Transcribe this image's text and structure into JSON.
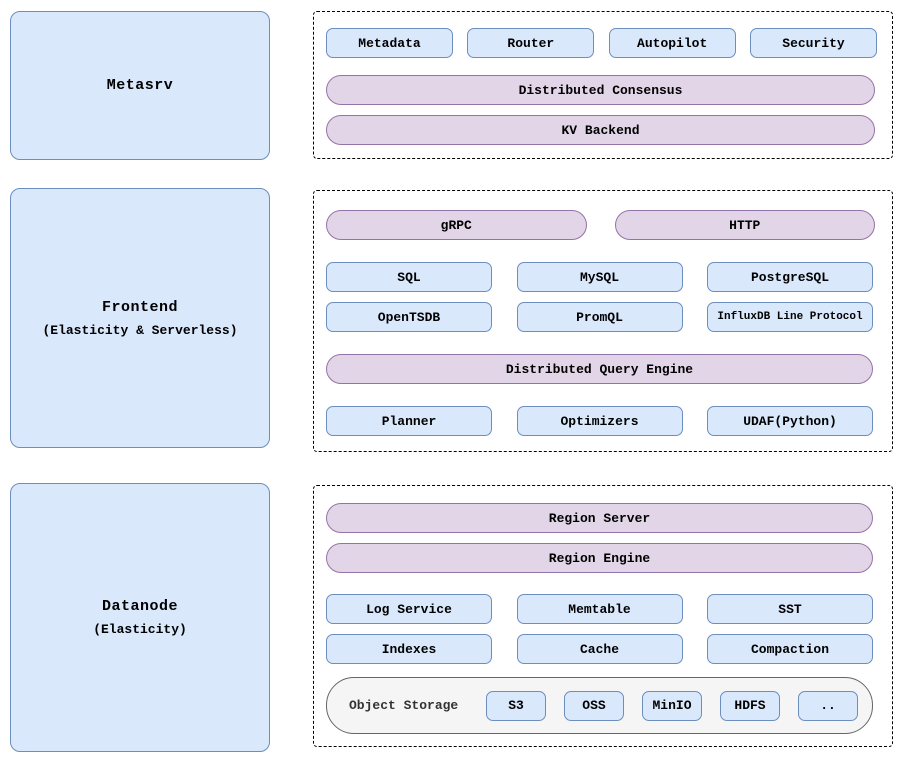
{
  "colors": {
    "node_fill": "#dae8fc",
    "node_stroke": "#6c8ebf",
    "layer_fill": "#e1d5e7",
    "layer_stroke": "#9673a6",
    "storage_fill": "#f5f5f5",
    "storage_stroke": "#666666",
    "container_stroke": "#000000"
  },
  "metasrv": {
    "label": "Metasrv",
    "components": [
      "Metadata",
      "Router",
      "Autopilot",
      "Security"
    ],
    "layers": [
      "Distributed Consensus",
      "KV Backend"
    ]
  },
  "frontend": {
    "label": "Frontend",
    "sublabel": "(Elasticity & Serverless)",
    "protocol_layers": [
      "gRPC",
      "HTTP"
    ],
    "protocols": [
      "SQL",
      "MySQL",
      "PostgreSQL",
      "OpenTSDB",
      "PromQL",
      "InfluxDB Line Protocol"
    ],
    "query_engine_layer": "Distributed Query Engine",
    "engine_components": [
      "Planner",
      "Optimizers",
      "UDAF(Python)"
    ]
  },
  "datanode": {
    "label": "Datanode",
    "sublabel": "(Elasticity)",
    "layers": [
      "Region Server",
      "Region Engine"
    ],
    "components": [
      "Log Service",
      "Memtable",
      "SST",
      "Indexes",
      "Cache",
      "Compaction"
    ],
    "object_storage": {
      "label": "Object Storage",
      "backends": [
        "S3",
        "OSS",
        "MinIO",
        "HDFS",
        ".."
      ]
    }
  }
}
